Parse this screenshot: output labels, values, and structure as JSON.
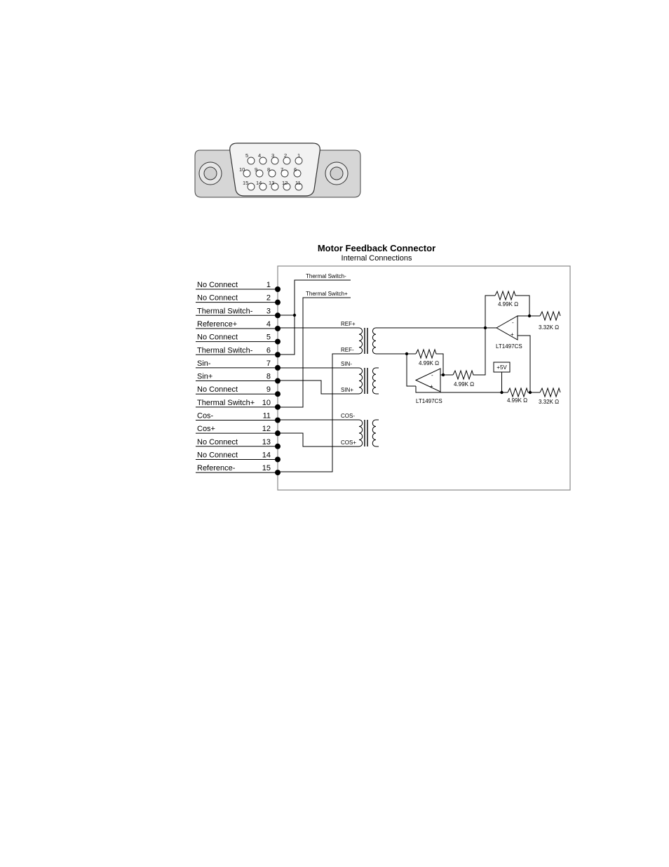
{
  "diagram": {
    "title": "Motor Feedback Connector",
    "subtitle": "Internal Connections",
    "pins": [
      {
        "num": "1",
        "name": "No Connect"
      },
      {
        "num": "2",
        "name": "No Connect"
      },
      {
        "num": "3",
        "name": "Thermal Switch-"
      },
      {
        "num": "4",
        "name": "Reference+"
      },
      {
        "num": "5",
        "name": "No Connect"
      },
      {
        "num": "6",
        "name": "Thermal Switch-"
      },
      {
        "num": "7",
        "name": "Sin-"
      },
      {
        "num": "8",
        "name": "Sin+"
      },
      {
        "num": "9",
        "name": "No Connect"
      },
      {
        "num": "10",
        "name": "Thermal Switch+"
      },
      {
        "num": "11",
        "name": "Cos-"
      },
      {
        "num": "12",
        "name": "Cos+"
      },
      {
        "num": "13",
        "name": "No Connect"
      },
      {
        "num": "14",
        "name": "No Connect"
      },
      {
        "num": "15",
        "name": "Reference-"
      }
    ],
    "internal_labels": {
      "thermal_minus": "Thermal Switch-",
      "thermal_plus": "Thermal Switch+",
      "ref_plus": "REF+",
      "ref_minus": "REF-",
      "sin_minus": "SIN-",
      "sin_plus": "SIN+",
      "cos_minus": "COS-",
      "cos_plus": "COS+"
    },
    "components": {
      "r_top_feedback": "4.99K Ω",
      "r_top_out": "3.32K Ω",
      "r_mid_in": "4.99K Ω",
      "r_mid_fb": "4.99K Ω",
      "r_bottom_ref": "4.99K Ω",
      "r_bottom_out": "3.32K Ω",
      "opamp_top": "LT1497CS",
      "opamp_bottom": "LT1497CS",
      "supply": "+5V"
    }
  },
  "connector": {
    "pin_numbers": {
      "row1": [
        "5",
        "4",
        "3",
        "2",
        "1"
      ],
      "row2": [
        "10",
        "9",
        "8",
        "7",
        "6"
      ],
      "row3": [
        "15",
        "14",
        "13",
        "12",
        "11"
      ]
    }
  }
}
